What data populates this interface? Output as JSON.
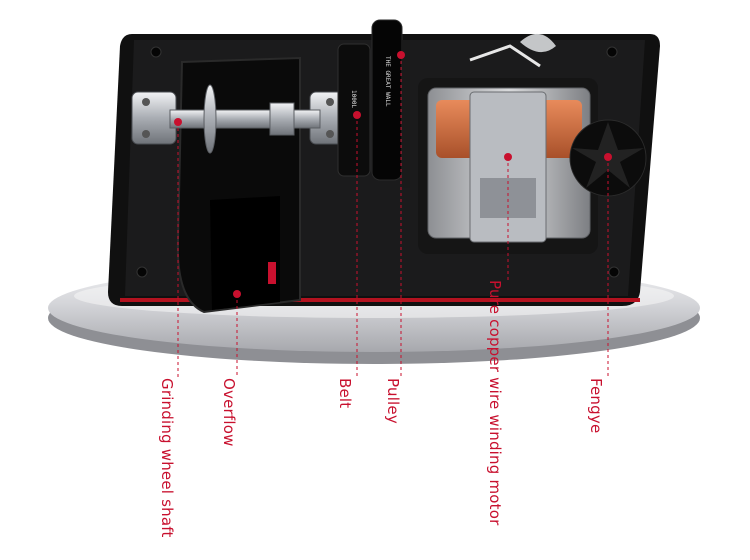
{
  "callouts": [
    {
      "id": "grinding-wheel-shaft",
      "label": "Grinding wheel shaft"
    },
    {
      "id": "overflow",
      "label": "Overflow"
    },
    {
      "id": "belt",
      "label": "Belt"
    },
    {
      "id": "pulley",
      "label": "Pulley"
    },
    {
      "id": "motor",
      "label": "Pure copper wire winding motor"
    },
    {
      "id": "fengye",
      "label": "Fengye"
    }
  ],
  "colors": {
    "callout": "#c8102e",
    "housing": "#141414",
    "platform": "#d9dadd",
    "copper": "#c96a3c",
    "steel": "#b8bcc2"
  }
}
